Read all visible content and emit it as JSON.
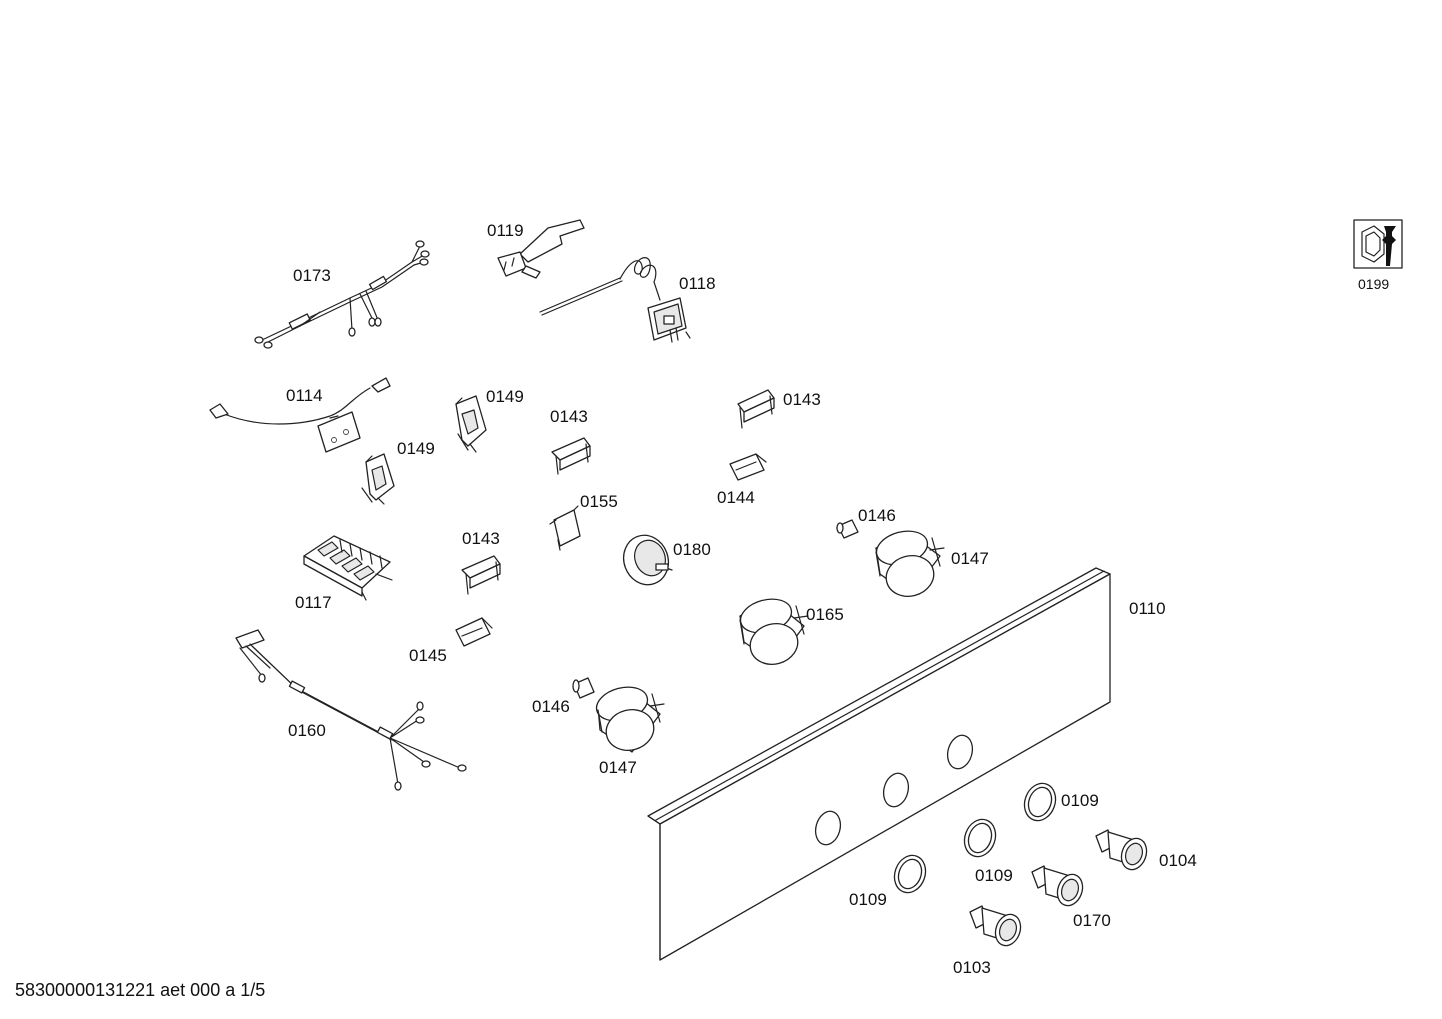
{
  "labels": {
    "p0173": "0173",
    "p0119": "0119",
    "p0118": "0118",
    "p0114": "0114",
    "p0149a": "0149",
    "p0149b": "0149",
    "p0143a": "0143",
    "p0143b": "0143",
    "p0143c": "0143",
    "p0144": "0144",
    "p0155": "0155",
    "p0146a": "0146",
    "p0146b": "0146",
    "p0147a": "0147",
    "p0147b": "0147",
    "p0117": "0117",
    "p0180": "0180",
    "p0110": "0110",
    "p0165": "0165",
    "p0145": "0145",
    "p0160": "0160",
    "p0109a": "0109",
    "p0109b": "0109",
    "p0109c": "0109",
    "p0104": "0104",
    "p0170": "0170",
    "p0103": "0103",
    "p0199": "0199"
  },
  "footer": {
    "text": "58300000131221 aet 000 a 1/5"
  }
}
